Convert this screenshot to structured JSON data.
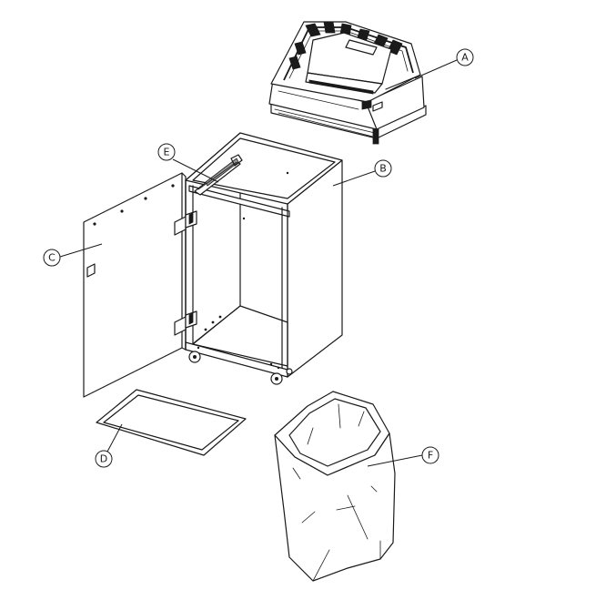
{
  "callouts": {
    "a": {
      "label": "A",
      "part": "shredder-head"
    },
    "b": {
      "label": "B",
      "part": "cabinet"
    },
    "c": {
      "label": "C",
      "part": "door"
    },
    "d": {
      "label": "D",
      "part": "bag-ring"
    },
    "e": {
      "label": "E",
      "part": "support-rail"
    },
    "f": {
      "label": "F",
      "part": "waste-bag"
    }
  },
  "colors": {
    "line": "#1a1a1a",
    "background": "#ffffff"
  }
}
